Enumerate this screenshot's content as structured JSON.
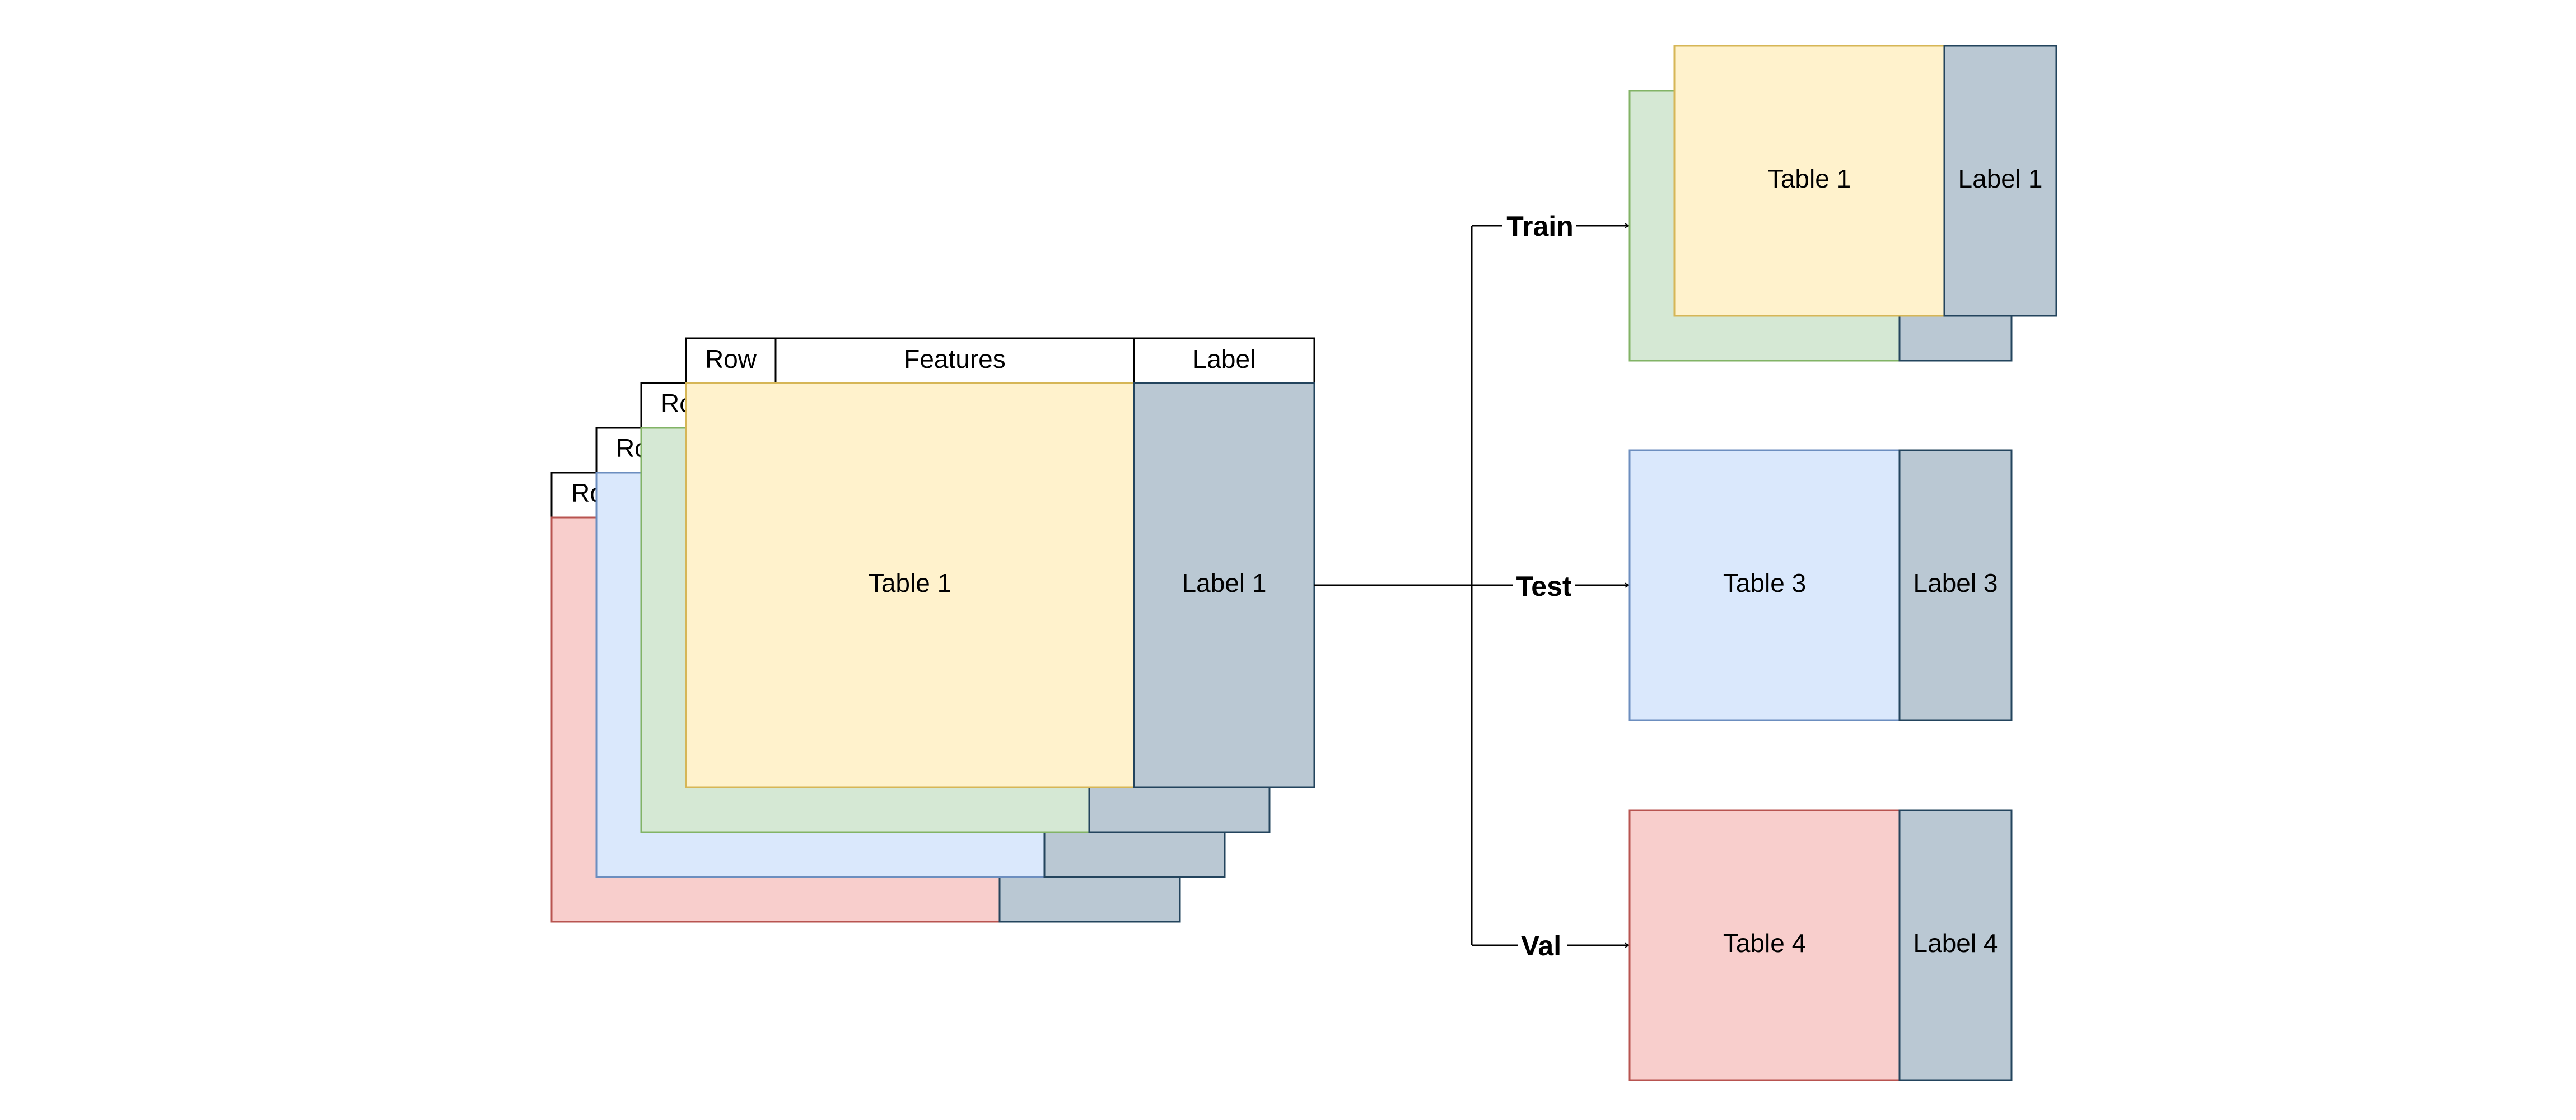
{
  "colors": {
    "yellow_fill": "#fff2cc",
    "yellow_stroke": "#d6b656",
    "green_fill": "#d5e8d4",
    "green_stroke": "#82b366",
    "blue_fill": "#dae8fc",
    "blue_stroke": "#6c8ebf",
    "red_fill": "#f8cecc",
    "red_stroke": "#b85450",
    "label_fill": "#bac8d3",
    "label_stroke": "#23445d",
    "line": "#000000"
  },
  "source": {
    "header": {
      "row": "Row",
      "features": "Features",
      "label": "Label"
    },
    "back_header_row": "Ro",
    "table": "Table 1",
    "label": "Label 1"
  },
  "splits": [
    {
      "name": "Train",
      "table": "Table 1",
      "label": "Label 1"
    },
    {
      "name": "Test",
      "table": "Table 3",
      "label": "Label 3"
    },
    {
      "name": "Val",
      "table": "Table 4",
      "label": "Label 4"
    }
  ]
}
